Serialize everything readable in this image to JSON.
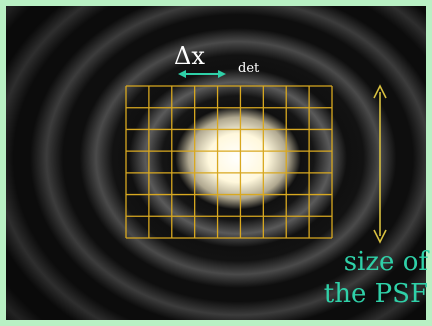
{
  "labels": {
    "delta_symbol": "Δx",
    "delta_subscript": "det",
    "caption_line1": "size of",
    "caption_line2": "the PSF"
  },
  "colors": {
    "background_frame": "#b9f0c4",
    "grid": "#d8a820",
    "detector_arrow": "#2fd0a8",
    "psf_arrow": "#d8c040",
    "caption": "#2fd0a8"
  },
  "grid": {
    "columns": 9,
    "rows": 7
  }
}
